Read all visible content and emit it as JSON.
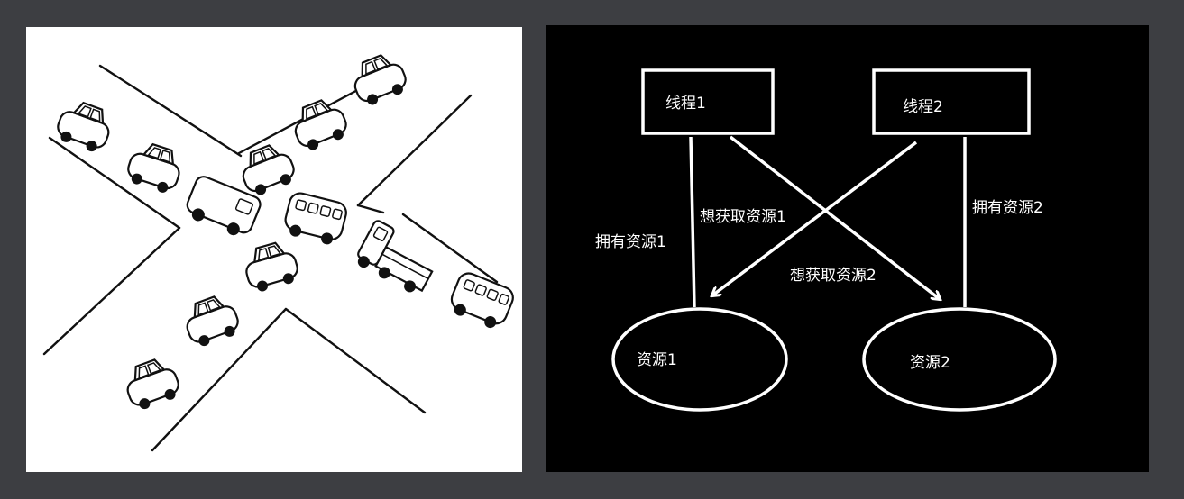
{
  "diagram": {
    "threads": [
      {
        "id": "t1",
        "label": "线程1"
      },
      {
        "id": "t2",
        "label": "线程2"
      }
    ],
    "resources": [
      {
        "id": "r1",
        "label": "资源1"
      },
      {
        "id": "r2",
        "label": "资源2"
      }
    ],
    "edges": [
      {
        "id": "e1",
        "label": "拥有资源1"
      },
      {
        "id": "e2",
        "label": "想获取资源1"
      },
      {
        "id": "e3",
        "label": "拥有资源2"
      },
      {
        "id": "e4",
        "label": "想获取资源2"
      }
    ]
  },
  "colors": {
    "page_bg": "#3d3e42",
    "left_panel_bg": "#ffffff",
    "right_panel_bg": "#000000",
    "stroke_dark": "#111111",
    "stroke_light": "#ffffff"
  },
  "icons": [
    "car-icon",
    "truck-icon",
    "van-icon",
    "bus-icon"
  ]
}
